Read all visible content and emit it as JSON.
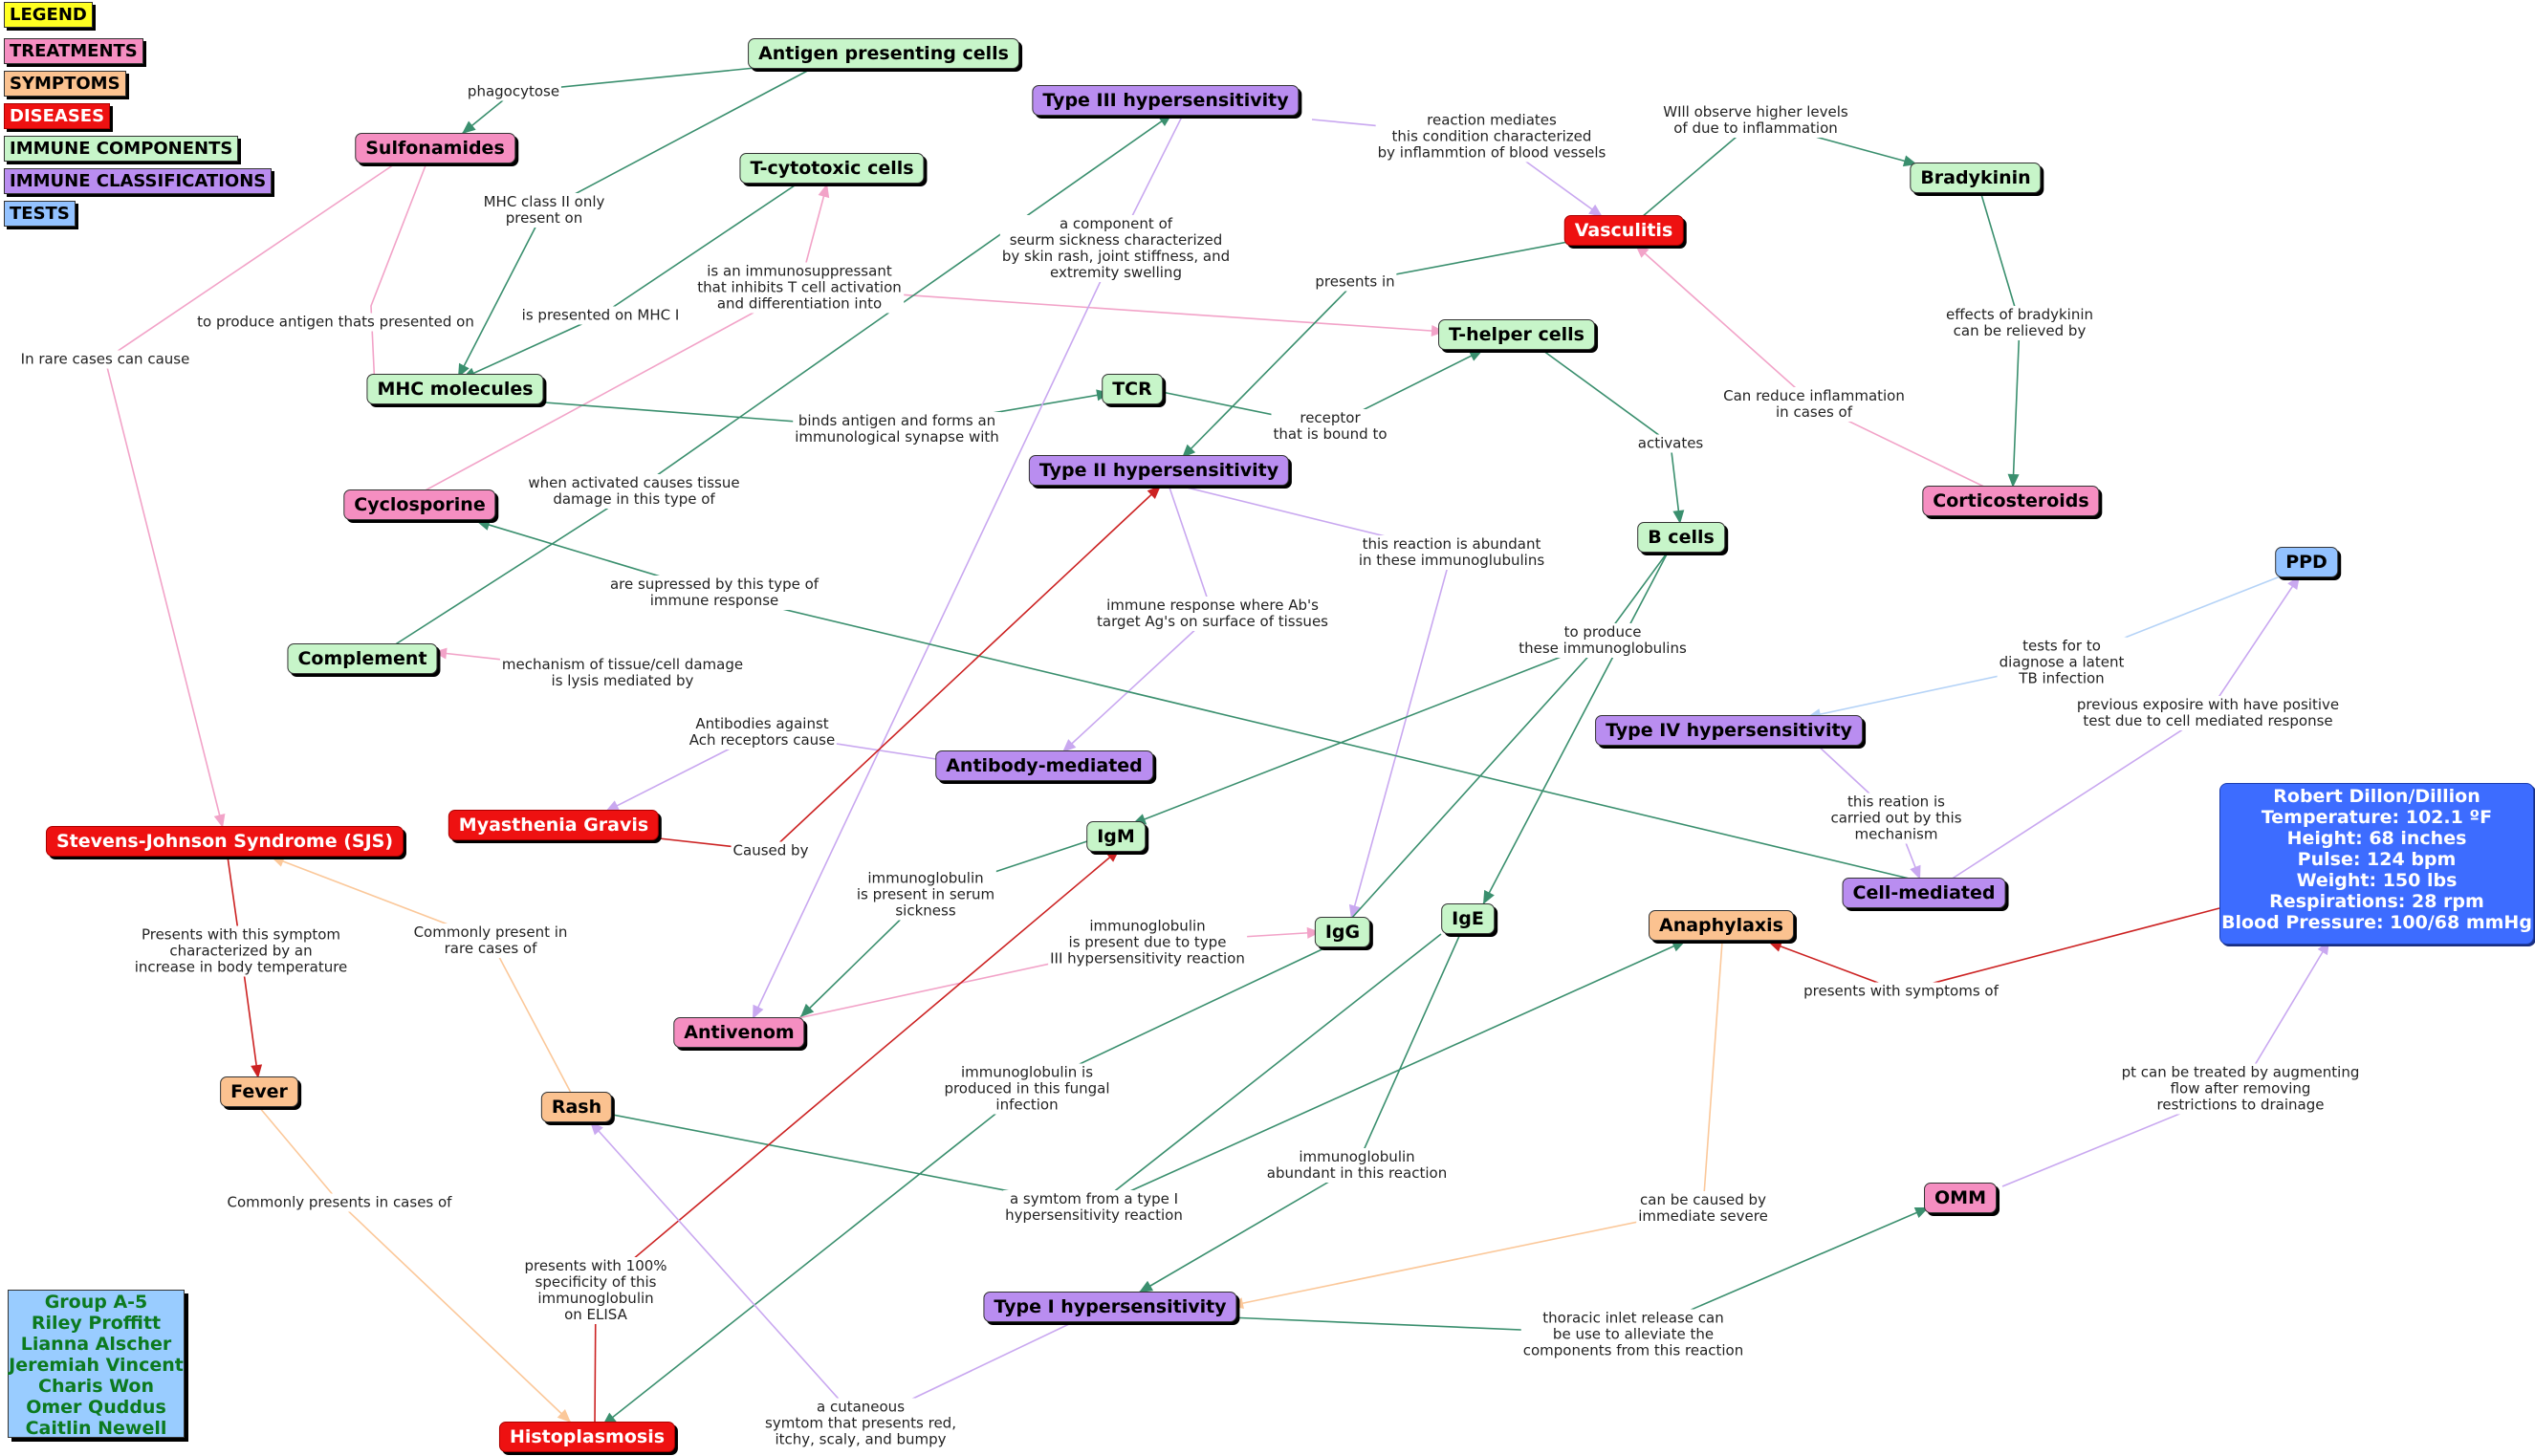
{
  "legend": {
    "title": "LEGEND",
    "items": [
      {
        "label": "TREATMENTS",
        "color": "#f58ec1"
      },
      {
        "label": "SYMPTOMS",
        "color": "#fbc290"
      },
      {
        "label": "DISEASES",
        "color": "#ee1111"
      },
      {
        "label": "IMMUNE COMPONENTS",
        "color": "#c7f5c9"
      },
      {
        "label": "IMMUNE CLASSIFICATIONS",
        "color": "#b98df0"
      },
      {
        "label": "TESTS",
        "color": "#93c2ff"
      }
    ]
  },
  "patient": {
    "name": "Robert Dillon/Dillion",
    "temperature": "Temperature: 102.1 ºF",
    "height": "Height: 68 inches",
    "pulse": "Pulse: 124 bpm",
    "weight": "Weight: 150 lbs",
    "respirations": "Respirations: 28 rpm",
    "blood_pressure": "Blood Pressure: 100/68 mmHg"
  },
  "group": {
    "title": "Group A-5",
    "members": [
      "Riley Proffitt",
      "Lianna Alscher",
      "Jeremiah Vincent",
      "Charis Won",
      "Omer Quddus",
      "Caitlin Newell"
    ]
  },
  "nodes": {
    "apc": "Antigen presenting cells",
    "sulfonamides": "Sulfonamides",
    "tcyto": "T-cytotoxic cells",
    "type3": "Type III hypersensitivity",
    "vasculitis": "Vasculitis",
    "bradykinin": "Bradykinin",
    "mhc": "MHC molecules",
    "thelper": "T-helper cells",
    "tcr": "TCR",
    "type2": "Type II hypersensitivity",
    "cyclosporine": "Cyclosporine",
    "corticosteroids": "Corticosteroids",
    "bcells": "B cells",
    "ppd": "PPD",
    "complement": "Complement",
    "antibody": "Antibody-mediated",
    "type4": "Type IV hypersensitivity",
    "sjs": "Stevens-Johnson Syndrome (SJS)",
    "mg": "Myasthenia Gravis",
    "igm": "IgM",
    "cellmed": "Cell-mediated",
    "igg": "IgG",
    "ige": "IgE",
    "anaphylaxis": "Anaphylaxis",
    "antivenom": "Antivenom",
    "fever": "Fever",
    "rash": "Rash",
    "omm": "OMM",
    "type1": "Type I hypersensitivity",
    "histo": "Histoplasmosis"
  },
  "edges": [
    {
      "label": "phagocytose",
      "color": "#3a8f6e"
    },
    {
      "label": "MHC class II only\npresent on",
      "color": "#3a8f6e"
    },
    {
      "label": "is presented on MHC I",
      "color": "#3a8f6e"
    },
    {
      "label": "to produce antigen thats presented on",
      "color": "#f2a3c8"
    },
    {
      "label": "In rare cases can cause",
      "color": "#f2a3c8"
    },
    {
      "label": "is an immunosuppressant\nthat inhibits T cell activation\nand differentiation into",
      "color": "#f2a3c8"
    },
    {
      "label": "binds antigen and forms an\nimmunological synapse with",
      "color": "#3a8f6e"
    },
    {
      "label": "receptor\nthat is bound to",
      "color": "#3a8f6e"
    },
    {
      "label": "when activated causes tissue\ndamage in this type of",
      "color": "#3a8f6e"
    },
    {
      "label": "a component of\nseurm sickness characterized\nby skin rash, joint stiffness, and\nextremity swelling",
      "color": "#c9a8f0"
    },
    {
      "label": "reaction mediates\nthis condition characterized\nby inflammtion of blood vessels",
      "color": "#c9a8f0"
    },
    {
      "label": "WIll observe higher levels\nof due to inflammation",
      "color": "#3a8f6e"
    },
    {
      "label": "presents in",
      "color": "#3a8f6e"
    },
    {
      "label": "effects of bradykinin\ncan be relieved by",
      "color": "#3a8f6e"
    },
    {
      "label": "Can reduce inflammation\nin cases of",
      "color": "#f2a3c8"
    },
    {
      "label": "activates",
      "color": "#3a8f6e"
    },
    {
      "label": "this reaction is abundant\nin these immunoglubulins",
      "color": "#c9a8f0"
    },
    {
      "label": "immune response where Ab's\ntarget Ag's on surface of tissues",
      "color": "#c9a8f0"
    },
    {
      "label": "are supressed by this type of\nimmune response",
      "color": "#3a8f6e"
    },
    {
      "label": "mechanism of tissue/cell damage\nis lysis mediated by",
      "color": "#f2a3c8"
    },
    {
      "label": "Antibodies against\nAch receptors cause",
      "color": "#c9a8f0"
    },
    {
      "label": "Caused by",
      "color": "#cc2222"
    },
    {
      "label": "to produce\nthese immunoglobulins",
      "color": "#3a8f6e"
    },
    {
      "label": "tests for to\ndiagnose a latent\nTB infection",
      "color": "#b5d3f7"
    },
    {
      "label": "previous exposire with have positive\ntest due to cell mediated response",
      "color": "#c9a8f0"
    },
    {
      "label": "this reation is\ncarried out by this\nmechanism",
      "color": "#c9a8f0"
    },
    {
      "label": "immunoglobulin\nis present in serum\nsickness",
      "color": "#3a8f6e"
    },
    {
      "label": "immunoglobulin\nis present due to type\nIII hypersensitivity reaction",
      "color": "#f2a3c8"
    },
    {
      "label": "presents with symptoms of",
      "color": "#cc2222"
    },
    {
      "label": "Presents with this symptom\ncharacterized by an\nincrease in body temperature",
      "color": "#cc2222"
    },
    {
      "label": "Commonly present in\nrare cases of",
      "color": "#fbc89a"
    },
    {
      "label": "immunoglobulin is\nproduced in this fungal\ninfection",
      "color": "#3a8f6e"
    },
    {
      "label": "pt can be treated by augmenting\nflow after removing\nrestrictions to drainage",
      "color": "#c9a8f0"
    },
    {
      "label": "immunoglobulin\nabundant in this reaction",
      "color": "#3a8f6e"
    },
    {
      "label": "a symtom from a type I\nhypersensitivity reaction",
      "color": "#3a8f6e"
    },
    {
      "label": "can be caused by\nimmediate severe",
      "color": "#fbc89a"
    },
    {
      "label": "Commonly presents in cases of",
      "color": "#fbc89a"
    },
    {
      "label": "presents with 100%\nspecificity of this\nimmunoglobulin\non ELISA",
      "color": "#cc2222"
    },
    {
      "label": "thoracic inlet release can\nbe use to alleviate the\ncomponents from this reaction",
      "color": "#3a8f6e"
    },
    {
      "label": "a cutaneous\nsymtom that presents red,\nitchy, scaly, and bumpy",
      "color": "#c9a8f0"
    }
  ]
}
